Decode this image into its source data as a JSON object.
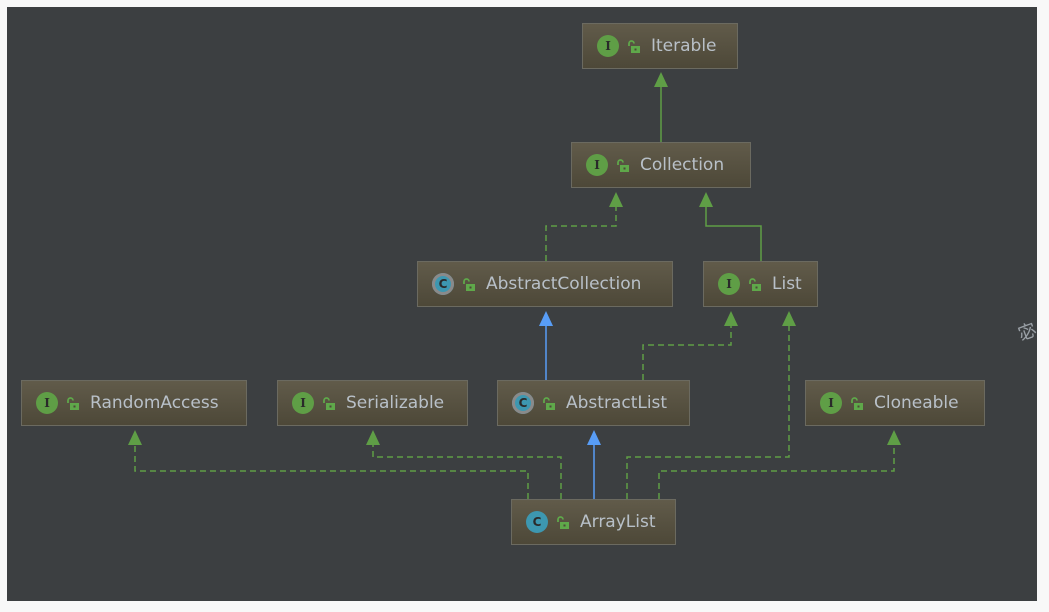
{
  "diagram": {
    "title": "ArrayList class hierarchy",
    "colors": {
      "background": "#3c3f41",
      "interface_badge": "#5f9e46",
      "class_badge": "#3d97b0",
      "implements_edge": "#5f9e46",
      "extends_edge": "#589df6",
      "label_text": "#b8c0c8"
    },
    "nodes": [
      {
        "id": "iterable",
        "label": "Iterable",
        "kind": "interface",
        "badge": "I",
        "access_icon": "public-unlock-icon"
      },
      {
        "id": "collection",
        "label": "Collection",
        "kind": "interface",
        "badge": "I",
        "access_icon": "public-unlock-icon"
      },
      {
        "id": "abstract-collection",
        "label": "AbstractCollection",
        "kind": "abstract-class",
        "badge": "C",
        "access_icon": "public-unlock-icon"
      },
      {
        "id": "list",
        "label": "List",
        "kind": "interface",
        "badge": "I",
        "access_icon": "public-unlock-icon"
      },
      {
        "id": "random-access",
        "label": "RandomAccess",
        "kind": "interface",
        "badge": "I",
        "access_icon": "public-unlock-icon"
      },
      {
        "id": "serializable",
        "label": "Serializable",
        "kind": "interface",
        "badge": "I",
        "access_icon": "public-unlock-icon"
      },
      {
        "id": "abstract-list",
        "label": "AbstractList",
        "kind": "abstract-class",
        "badge": "C",
        "access_icon": "public-unlock-icon"
      },
      {
        "id": "cloneable",
        "label": "Cloneable",
        "kind": "interface",
        "badge": "I",
        "access_icon": "public-unlock-icon"
      },
      {
        "id": "array-list",
        "label": "ArrayList",
        "kind": "class",
        "badge": "C",
        "access_icon": "public-unlock-icon"
      }
    ],
    "edges": [
      {
        "from": "collection",
        "to": "iterable",
        "type": "extends-interface"
      },
      {
        "from": "abstract-collection",
        "to": "collection",
        "type": "implements"
      },
      {
        "from": "list",
        "to": "collection",
        "type": "extends-interface"
      },
      {
        "from": "abstract-list",
        "to": "abstract-collection",
        "type": "extends"
      },
      {
        "from": "abstract-list",
        "to": "list",
        "type": "implements"
      },
      {
        "from": "array-list",
        "to": "random-access",
        "type": "implements"
      },
      {
        "from": "array-list",
        "to": "serializable",
        "type": "implements"
      },
      {
        "from": "array-list",
        "to": "abstract-list",
        "type": "extends"
      },
      {
        "from": "array-list",
        "to": "list",
        "type": "implements"
      },
      {
        "from": "array-list",
        "to": "cloneable",
        "type": "implements"
      }
    ],
    "side_glyph": "宓"
  }
}
